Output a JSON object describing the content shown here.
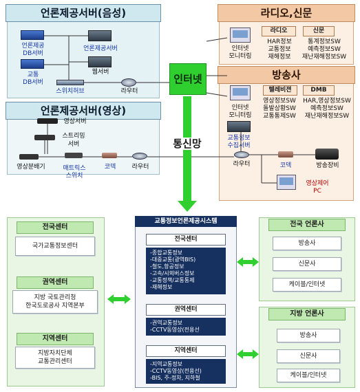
{
  "voice_server": {
    "title": "언론제공서버(음성)",
    "db1_label": [
      "언론제공",
      "DB서버"
    ],
    "server_label": "언론제공서버",
    "db2_label": [
      "교통",
      "DB서버"
    ],
    "web_label": "웹서버",
    "switch_label": "스위치허브",
    "router_label": "라우터"
  },
  "internet_label": "인터넷",
  "radio_news": {
    "title": "라디오,신문",
    "tag_radio": "라디오",
    "tag_news": "신문",
    "monitor_label": [
      "인터넷",
      "모니터링"
    ],
    "radio_items": [
      "HAR정보",
      "교통정보",
      "재해정보"
    ],
    "news_items": [
      "통계정보SW",
      "예측정보SW",
      "재난재해정보SW"
    ]
  },
  "broadcaster": {
    "title": "방송사",
    "tag_tv": "텔레비젼",
    "tag_dmb": "DMB",
    "monitor_label": [
      "인터넷",
      "모니터링"
    ],
    "tv_items": [
      "영상정보SW",
      "돌발상황SW",
      "교통통제SW"
    ],
    "dmb_items": [
      "HAR,영상정보SW",
      "예측정보SW",
      "재난재해정보SW"
    ],
    "collector_label": [
      "교통정보",
      "수집서버"
    ],
    "router_label": "라우터",
    "codec_label": "코덱",
    "equipment_label": "방송장비",
    "pc_label": [
      "영상제어",
      "PC"
    ]
  },
  "video_server": {
    "title": "언론제공서버(영상)",
    "video_server_label": "영상서버",
    "streaming_label": [
      "스트리밍",
      "서버"
    ],
    "distributor_label": "영상분배기",
    "matrix_label": [
      "매트릭스",
      "스위치"
    ],
    "codec_label": "코덱",
    "router_label": "라우터"
  },
  "network_label": "통신망",
  "national_center": {
    "title": "전국센터",
    "item": "국가교통정보센터"
  },
  "regional_center": {
    "title": "권역센터",
    "items": [
      "지방 국토관리청",
      "한국도로공사 지역본부"
    ]
  },
  "local_center": {
    "title": "지역센터",
    "items": [
      "지방자치단체",
      "교통관리센터"
    ]
  },
  "system": {
    "title": "교통정보언론제공시스템",
    "national_head": "전국센터",
    "national_items": [
      "-종합교통정보",
      "-대중교통(광역BIS)",
      "-철도,항공정보",
      "-고속/시외버스정보",
      "-교통정책/교통통제",
      "-재해정보"
    ],
    "regional_head": "권역센터",
    "regional_items": [
      "-권역교통정보",
      "-CCTV동영상(전용선"
    ],
    "local_head": "지역센터",
    "local_items": [
      "-지역교통정보",
      "-CCTV동영상(전용선)",
      "-BIS, 주-정차, 지하철"
    ]
  },
  "national_press": {
    "title": "전국 언론사",
    "items": [
      "방송사",
      "신문사",
      "케이블/인터넷"
    ]
  },
  "local_press": {
    "title": "지방 언론사",
    "items": [
      "방송사",
      "신문사",
      "케이블/인터넷"
    ]
  },
  "colors": {
    "voice_bg": "#e4f1f5",
    "radio_bg": "#fcefe3",
    "green_arrow": "#2fcf2f",
    "bottom_bg": "#eaf6e4",
    "navy": "#16305f"
  }
}
